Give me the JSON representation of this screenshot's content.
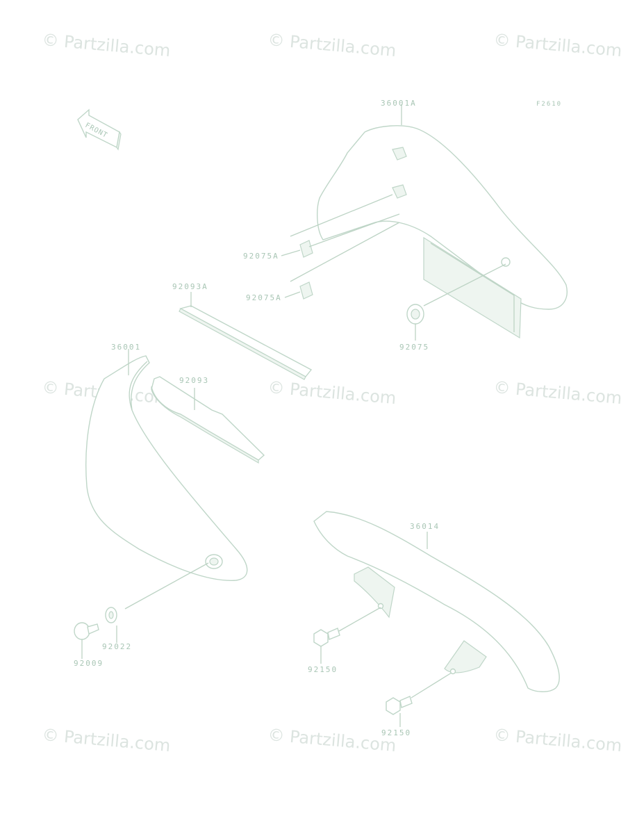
{
  "watermark": "© Partzilla.com",
  "figure_code": "F2610",
  "front_indicator": "FRONT",
  "part_labels": {
    "p36001A": "36001A",
    "p92075A_top": "92075A",
    "p92075A_bottom": "92075A",
    "p92093A": "92093A",
    "p92075": "92075",
    "p36001": "36001",
    "p92093": "92093",
    "p36014": "36014",
    "p92009": "92009",
    "p92022": "92022",
    "p92150_top": "92150",
    "p92150_bottom": "92150"
  },
  "colors": {
    "line": "#bcd3c4",
    "label": "#a9c6b5",
    "watermark": "#dce4e0"
  }
}
